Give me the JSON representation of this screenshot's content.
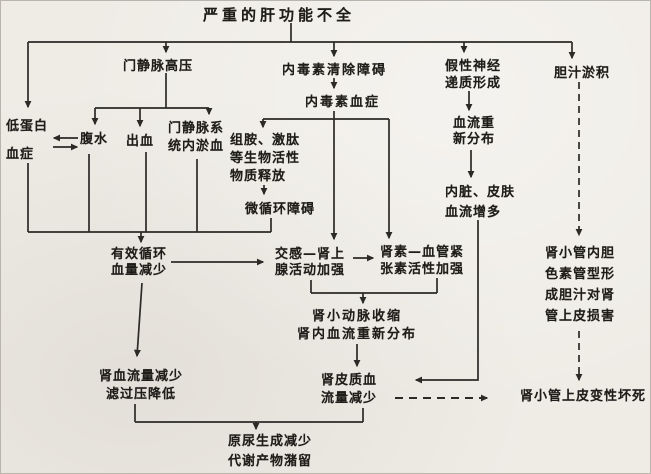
{
  "diagram": {
    "title": "严重的肝功能不全",
    "nodes": {
      "hypoproteinemia": "低蛋白\n血症",
      "portal_hypertension": "门静脉高压",
      "ascites": "腹水",
      "bleeding": "出血",
      "portal_congestion": "门静脉系\n统内淤血",
      "endotoxin_clearance": "内毒素清除障碍",
      "endotoxemia": "内毒素血症",
      "histamine_release": "组胺、激肽\n等生物活性\n物质释放",
      "microcirculation_disorder": "微循环障碍",
      "false_neurotransmitter": "假性神经\n递质形成",
      "blood_flow_redistribution": "血流重\n新分布",
      "visceral_skin_flow": "内脏、皮肤\n血流增多",
      "cholestasis": "胆汁淤积",
      "effective_blood_volume": "有效循环\n血量减少",
      "sympathetic_adrenal": "交感—肾上\n腺活动加强",
      "renin_angiotensin": "肾素—血管紧\n张素活性加强",
      "renal_arteriole_constriction": "肾小动脉收缩\n肾内血流重新分布",
      "renal_blood_flow_decrease": "肾血流量减少\n滤过压降低",
      "cortical_blood_flow_decrease": "肾皮质血\n流量减少",
      "bile_pigment_casts": "肾小管内胆\n色素管型形\n成胆汁对肾\n管上皮损害",
      "tubular_necrosis": "肾小管上皮变性坏死",
      "urine_formation_decrease": "原尿生成减少\n代谢产物潴留"
    },
    "edges": [
      {
        "from": "title",
        "to": "hypoproteinemia",
        "style": "solid"
      },
      {
        "from": "title",
        "to": "portal_hypertension",
        "style": "solid"
      },
      {
        "from": "title",
        "to": "endotoxin_clearance",
        "style": "solid"
      },
      {
        "from": "title",
        "to": "false_neurotransmitter",
        "style": "solid"
      },
      {
        "from": "title",
        "to": "cholestasis",
        "style": "solid"
      },
      {
        "from": "portal_hypertension",
        "to": "ascites",
        "style": "solid"
      },
      {
        "from": "portal_hypertension",
        "to": "bleeding",
        "style": "solid"
      },
      {
        "from": "portal_hypertension",
        "to": "portal_congestion",
        "style": "solid"
      },
      {
        "from": "hypoproteinemia",
        "to": "ascites",
        "style": "double-arrow"
      },
      {
        "from": "endotoxin_clearance",
        "to": "endotoxemia",
        "style": "solid"
      },
      {
        "from": "endotoxemia",
        "to": "histamine_release",
        "style": "solid"
      },
      {
        "from": "endotoxemia",
        "to": "sympathetic_adrenal",
        "style": "solid"
      },
      {
        "from": "endotoxemia",
        "to": "renin_angiotensin",
        "style": "solid"
      },
      {
        "from": "histamine_release",
        "to": "microcirculation_disorder",
        "style": "solid"
      },
      {
        "from": "hypoproteinemia+ascites+bleeding+portal_congestion+microcirculation_disorder",
        "to": "effective_blood_volume",
        "style": "solid"
      },
      {
        "from": "false_neurotransmitter",
        "to": "blood_flow_redistribution",
        "style": "solid"
      },
      {
        "from": "blood_flow_redistribution",
        "to": "visceral_skin_flow",
        "style": "solid"
      },
      {
        "from": "visceral_skin_flow",
        "to": "cortical_blood_flow_decrease",
        "style": "solid"
      },
      {
        "from": "effective_blood_volume",
        "to": "sympathetic_adrenal",
        "style": "solid"
      },
      {
        "from": "effective_blood_volume",
        "to": "renal_blood_flow_decrease",
        "style": "solid"
      },
      {
        "from": "sympathetic_adrenal",
        "to": "renin_angiotensin",
        "style": "solid"
      },
      {
        "from": "sympathetic_adrenal+renin_angiotensin",
        "to": "renal_arteriole_constriction",
        "style": "solid"
      },
      {
        "from": "renal_arteriole_constriction",
        "to": "cortical_blood_flow_decrease",
        "style": "solid"
      },
      {
        "from": "cholestasis",
        "to": "bile_pigment_casts",
        "style": "dashed"
      },
      {
        "from": "bile_pigment_casts",
        "to": "tubular_necrosis",
        "style": "dashed"
      },
      {
        "from": "cortical_blood_flow_decrease",
        "to": "tubular_necrosis",
        "style": "dashed"
      },
      {
        "from": "renal_blood_flow_decrease+cortical_blood_flow_decrease",
        "to": "urine_formation_decrease",
        "style": "solid"
      }
    ]
  },
  "colors": {
    "ink": "#2b2a26",
    "paper": "#efece6"
  }
}
